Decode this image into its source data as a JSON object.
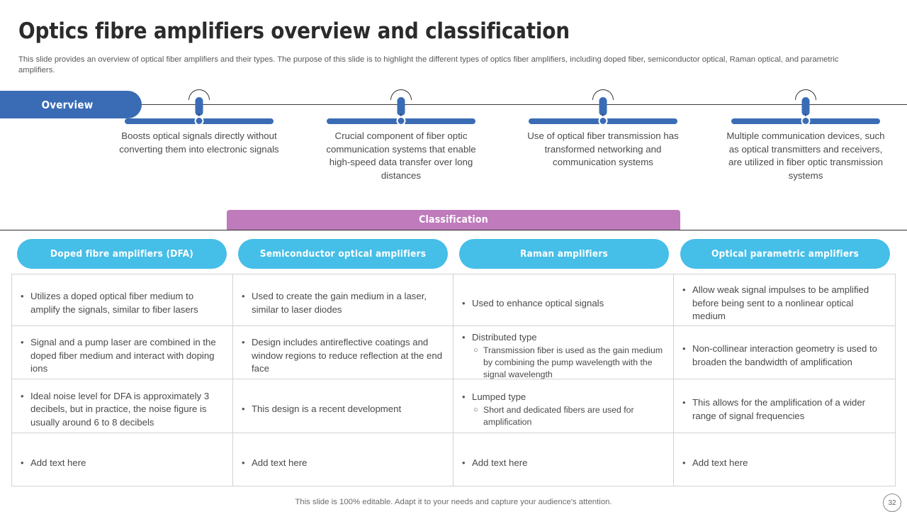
{
  "slide": {
    "title": "Optics fibre amplifiers overview and classification",
    "subtitle": "This slide provides an overview of optical fiber amplifiers and their types. The purpose of this slide is to highlight the different types of optics fiber amplifiers, including doped fiber, semiconductor optical, Raman optical, and parametric amplifiers.",
    "footer_note": "This slide is 100% editable. Adapt it to your needs and capture your audience's attention.",
    "page_number": "32"
  },
  "colors": {
    "overview_blue": "#3a6cb5",
    "classification_purple": "#bf7bbb",
    "pill_cyan": "#45bee8",
    "title_ink": "#2b2b2b",
    "body_ink": "#4a4a4a"
  },
  "overview": {
    "label": "Overview",
    "markers": [
      {
        "text": "Boosts optical signals directly without converting them into electronic signals"
      },
      {
        "text": "Crucial component of fiber optic communication systems that enable high-speed data transfer over long distances"
      },
      {
        "text": "Use of optical fiber transmission has transformed networking and communication systems"
      },
      {
        "text": "Multiple communication devices, such as optical transmitters and receivers, are utilized in fiber optic transmission systems"
      }
    ]
  },
  "classification": {
    "banner_label": "Classification",
    "columns": [
      {
        "header": "Doped fibre amplifiers (DFA)"
      },
      {
        "header": "Semiconductor optical amplifiers"
      },
      {
        "header": "Raman amplifiers"
      },
      {
        "header": "Optical parametric amplifiers"
      }
    ],
    "bullet_glyph": "•",
    "subbullet_glyph": "○",
    "rows": [
      {
        "cells": [
          {
            "bullet": "Utilizes a doped optical fiber medium to amplify the signals, similar to fiber lasers",
            "sub": ""
          },
          {
            "bullet": "Used to create the gain medium in a laser, similar to laser diodes",
            "sub": ""
          },
          {
            "bullet": "Used to enhance optical signals",
            "sub": ""
          },
          {
            "bullet": "Allow weak signal impulses to be amplified before being sent to a nonlinear optical medium",
            "sub": ""
          }
        ]
      },
      {
        "cells": [
          {
            "bullet": "Signal and a pump laser are combined in the doped fiber medium and interact with doping ions",
            "sub": ""
          },
          {
            "bullet": "Design includes antireflective coatings and window regions to reduce reflection at the end face",
            "sub": ""
          },
          {
            "bullet": "Distributed type",
            "sub": "Transmission fiber is used as the gain medium by combining the pump wavelength with the signal wavelength"
          },
          {
            "bullet": "Non-collinear interaction geometry is used to broaden the bandwidth of amplification",
            "sub": ""
          }
        ]
      },
      {
        "cells": [
          {
            "bullet": "Ideal noise level for DFA is approximately 3 decibels, but in practice, the noise figure is usually around 6 to 8 decibels",
            "sub": ""
          },
          {
            "bullet": "This design is a recent development",
            "sub": ""
          },
          {
            "bullet": "Lumped type",
            "sub": "Short and dedicated fibers are used for amplification"
          },
          {
            "bullet": "This allows for the amplification of a wider range of signal frequencies",
            "sub": ""
          }
        ]
      },
      {
        "cells": [
          {
            "bullet": "Add text here",
            "sub": ""
          },
          {
            "bullet": "Add text here",
            "sub": ""
          },
          {
            "bullet": "Add text here",
            "sub": ""
          },
          {
            "bullet": "Add text here",
            "sub": ""
          }
        ]
      }
    ]
  }
}
